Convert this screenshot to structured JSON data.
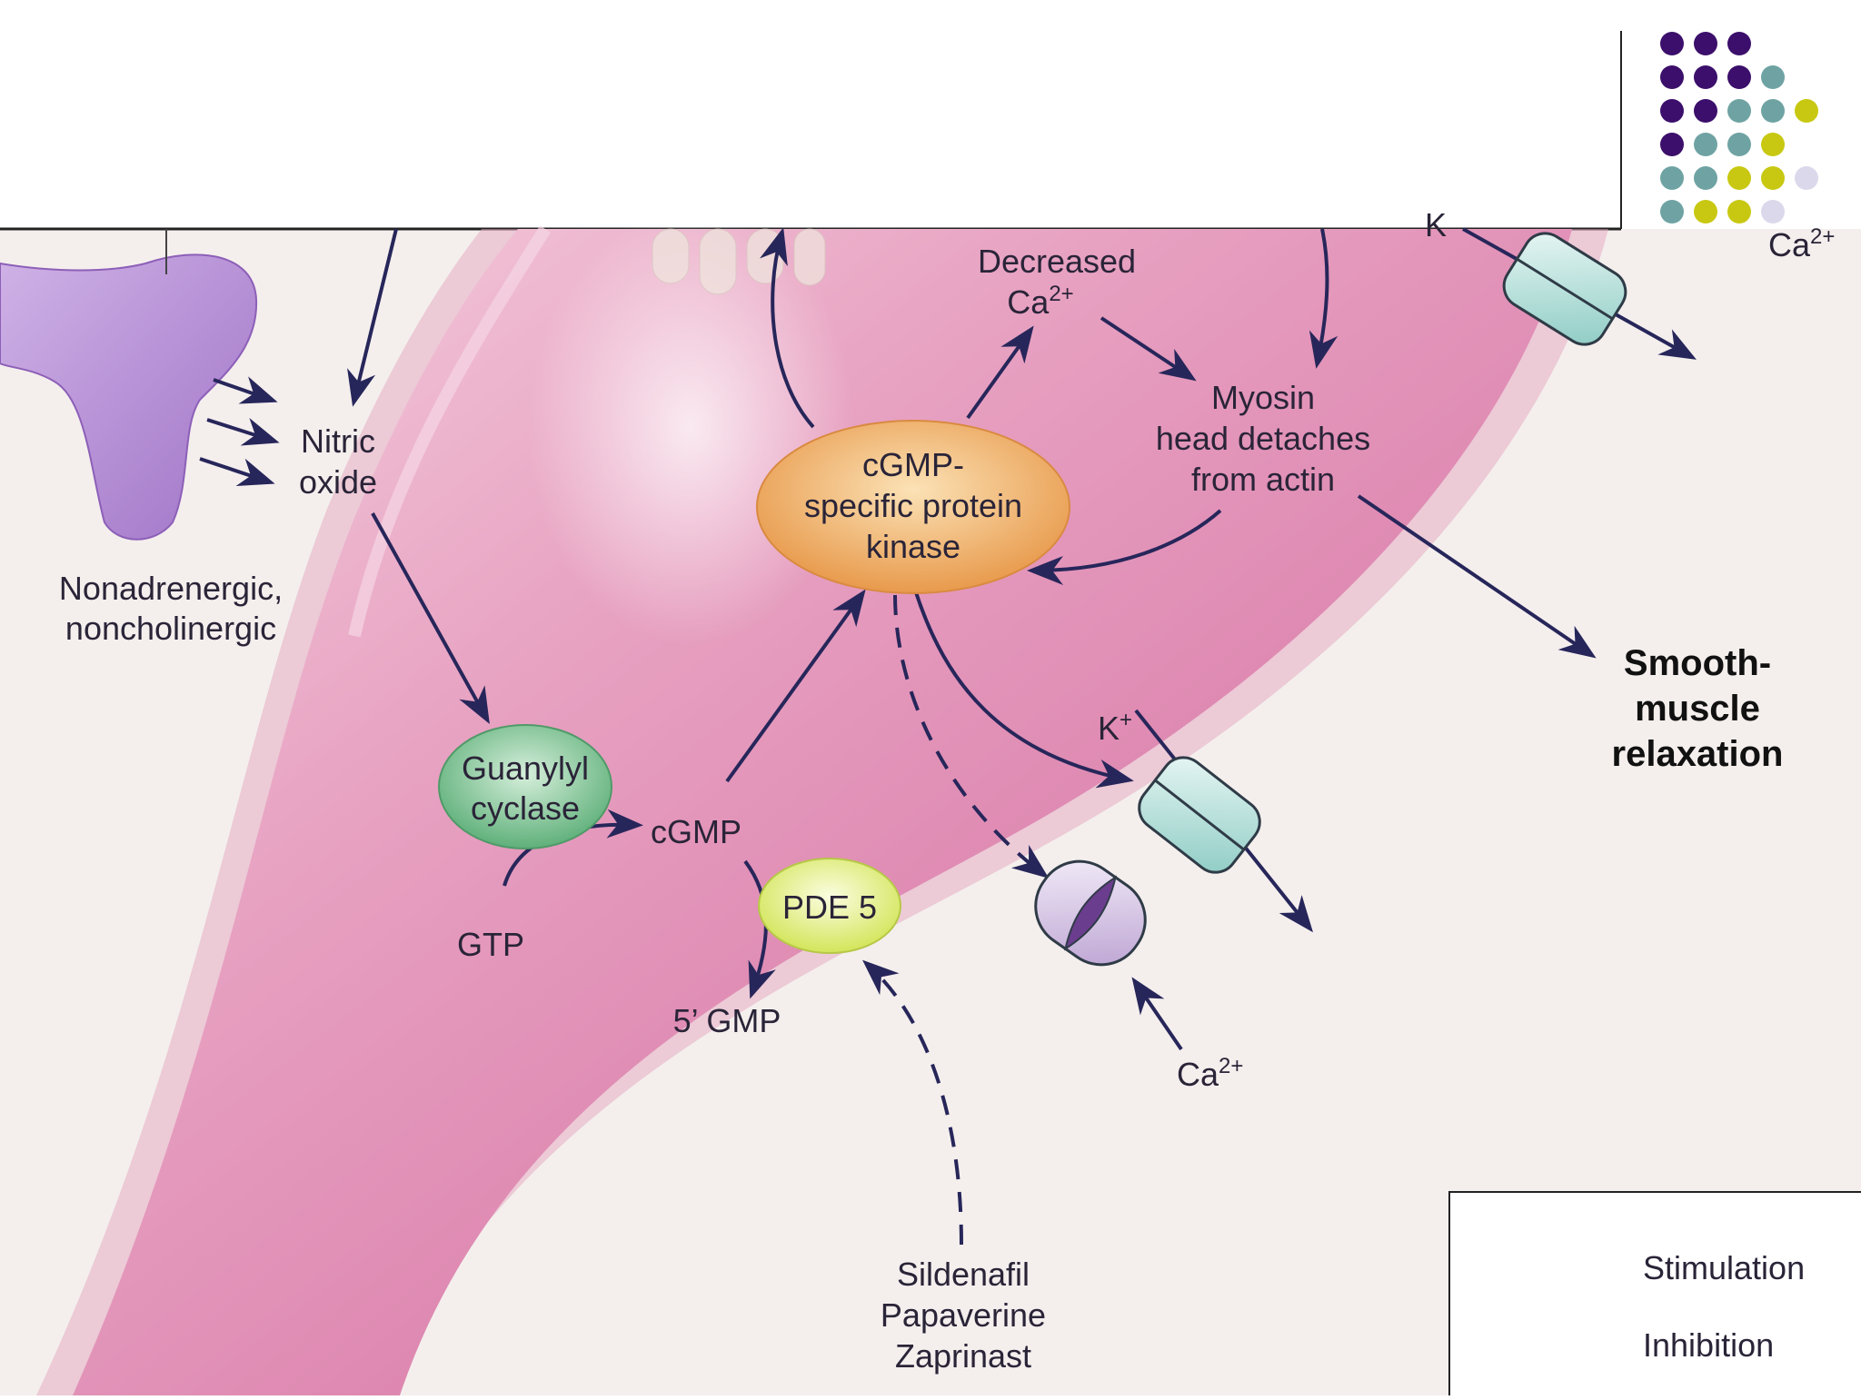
{
  "labels": {
    "nitric_oxide": [
      "Nitric",
      "oxide"
    ],
    "nanc": [
      "Nonadrenergic,",
      "noncholinergic"
    ],
    "guanylyl_cyclase": [
      "Guanylyl",
      "cyclase"
    ],
    "gtp": "GTP",
    "cgmp": "cGMP",
    "pde5": "PDE 5",
    "five_gmp": "5’ GMP",
    "kinase": [
      "cGMP-",
      "specific protein",
      "kinase"
    ],
    "decreased": "Decreased",
    "ca": "Ca",
    "charge_2plus": "2+",
    "k": "K",
    "charge_plus": "+",
    "myosin": [
      "Myosin",
      "head detaches",
      "from actin"
    ],
    "relaxation": [
      "Smooth-",
      "muscle",
      "relaxation"
    ],
    "drugs": [
      "Sildenafil",
      "Papaverine",
      "Zaprinast"
    ]
  },
  "legend": {
    "stimulation": "Stimulation",
    "inhibition": "Inhibition"
  },
  "colors": {
    "arrow": "#27265a",
    "purple": "#3b0f6b",
    "teal": "#6fa3a3",
    "olive": "#c8c812",
    "lavender": "#dcd8ec"
  }
}
